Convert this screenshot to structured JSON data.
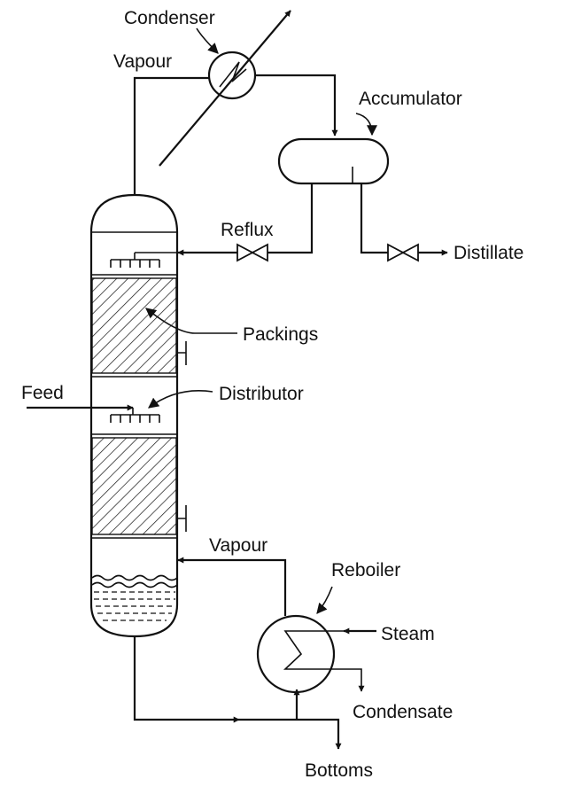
{
  "labels": {
    "condenser": "Condenser",
    "vapour_top": "Vapour",
    "accumulator": "Accumulator",
    "reflux": "Reflux",
    "distillate": "Distillate",
    "packings": "Packings",
    "feed": "Feed",
    "distributor": "Distributor",
    "vapour_bottom": "Vapour",
    "reboiler": "Reboiler",
    "steam": "Steam",
    "condensate": "Condensate",
    "bottoms": "Bottoms"
  },
  "colors": {
    "line": "#111111",
    "background": "#ffffff"
  }
}
